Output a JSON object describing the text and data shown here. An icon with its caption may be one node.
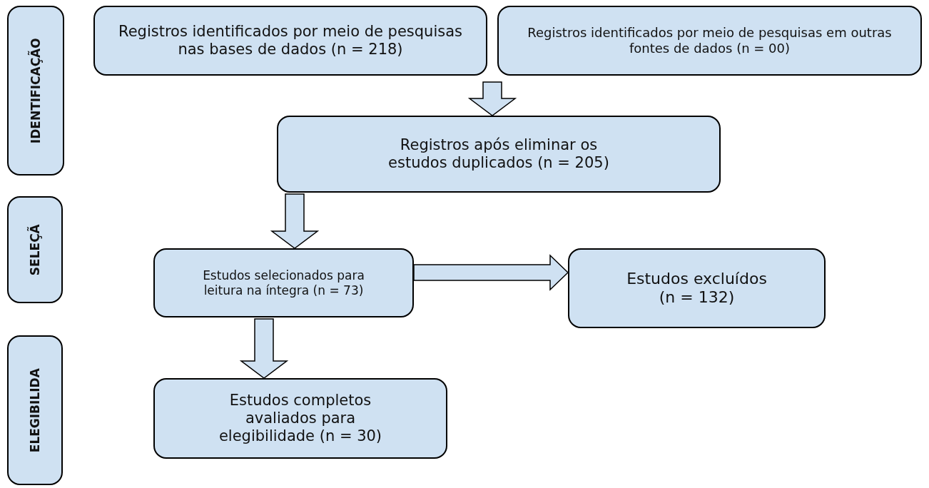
{
  "diagram": {
    "nodes": [
      {
        "text": [
          "IDENTIFICAÇÃO"
        ]
      },
      {
        "text": [
          "SELEÇÃ"
        ]
      },
      {
        "text": [
          "ELEGIBILIDA"
        ]
      },
      {
        "text": [
          "Registros identificados por meio de pesquisas nas bases de dados (n = 218)"
        ]
      },
      {
        "text": [
          "Registros identificados por meio de pesquisas em outras fontes de dados (n = 00)"
        ]
      },
      {
        "text": [
          "Registros após eliminar os estudos duplicados (n = 205)"
        ]
      },
      {
        "text": [
          "Estudos selecionados para leitura na íntegra (n = 73)"
        ]
      },
      {
        "text": [
          "Estudos excluídos (n = 132)"
        ]
      },
      {
        "text": [
          "Estudos completos avaliados para elegibilidade (n = 30)"
        ]
      }
    ],
    "edges": [
      {
        "from": 3,
        "to": 5,
        "arrow": "to"
      },
      {
        "from": 4,
        "to": 5,
        "arrow": "to"
      },
      {
        "from": 5,
        "to": 6,
        "arrow": "to"
      },
      {
        "from": 6,
        "to": 7,
        "arrow": "to"
      },
      {
        "from": 6,
        "to": 8,
        "arrow": "to"
      }
    ]
  }
}
